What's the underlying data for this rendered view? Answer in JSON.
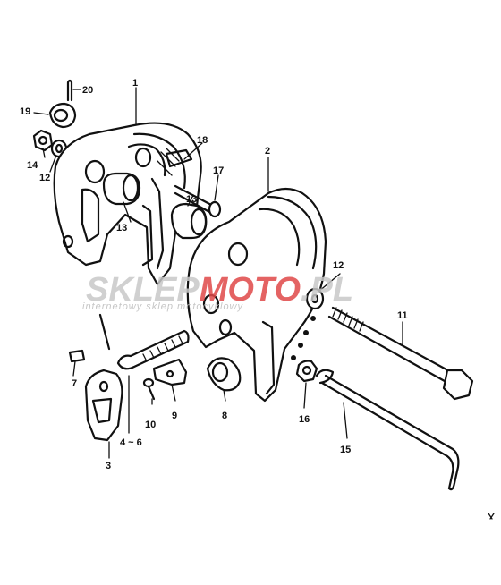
{
  "watermark": {
    "brand_a": "SKLEP",
    "brand_b": "MOTO",
    "brand_c": ".PL",
    "tagline": "internetowy sklep motocyklowy",
    "colors": {
      "gray": "#c8c8c8",
      "red": "#e04848"
    }
  },
  "callouts": [
    {
      "id": "c1",
      "text": "1"
    },
    {
      "id": "c2",
      "text": "2"
    },
    {
      "id": "c3",
      "text": "3"
    },
    {
      "id": "c4",
      "text": "4 ~ 6"
    },
    {
      "id": "c7",
      "text": "7"
    },
    {
      "id": "c8",
      "text": "8"
    },
    {
      "id": "c9",
      "text": "9"
    },
    {
      "id": "c10",
      "text": "10"
    },
    {
      "id": "c11",
      "text": "11"
    },
    {
      "id": "c12a",
      "text": "12"
    },
    {
      "id": "c12b",
      "text": "12"
    },
    {
      "id": "c13a",
      "text": "13"
    },
    {
      "id": "c13b",
      "text": "13"
    },
    {
      "id": "c14",
      "text": "14"
    },
    {
      "id": "c15",
      "text": "15"
    },
    {
      "id": "c16",
      "text": "16"
    },
    {
      "id": "c17",
      "text": "17"
    },
    {
      "id": "c18",
      "text": "18"
    },
    {
      "id": "c19",
      "text": "19"
    },
    {
      "id": "c20",
      "text": "20"
    }
  ]
}
